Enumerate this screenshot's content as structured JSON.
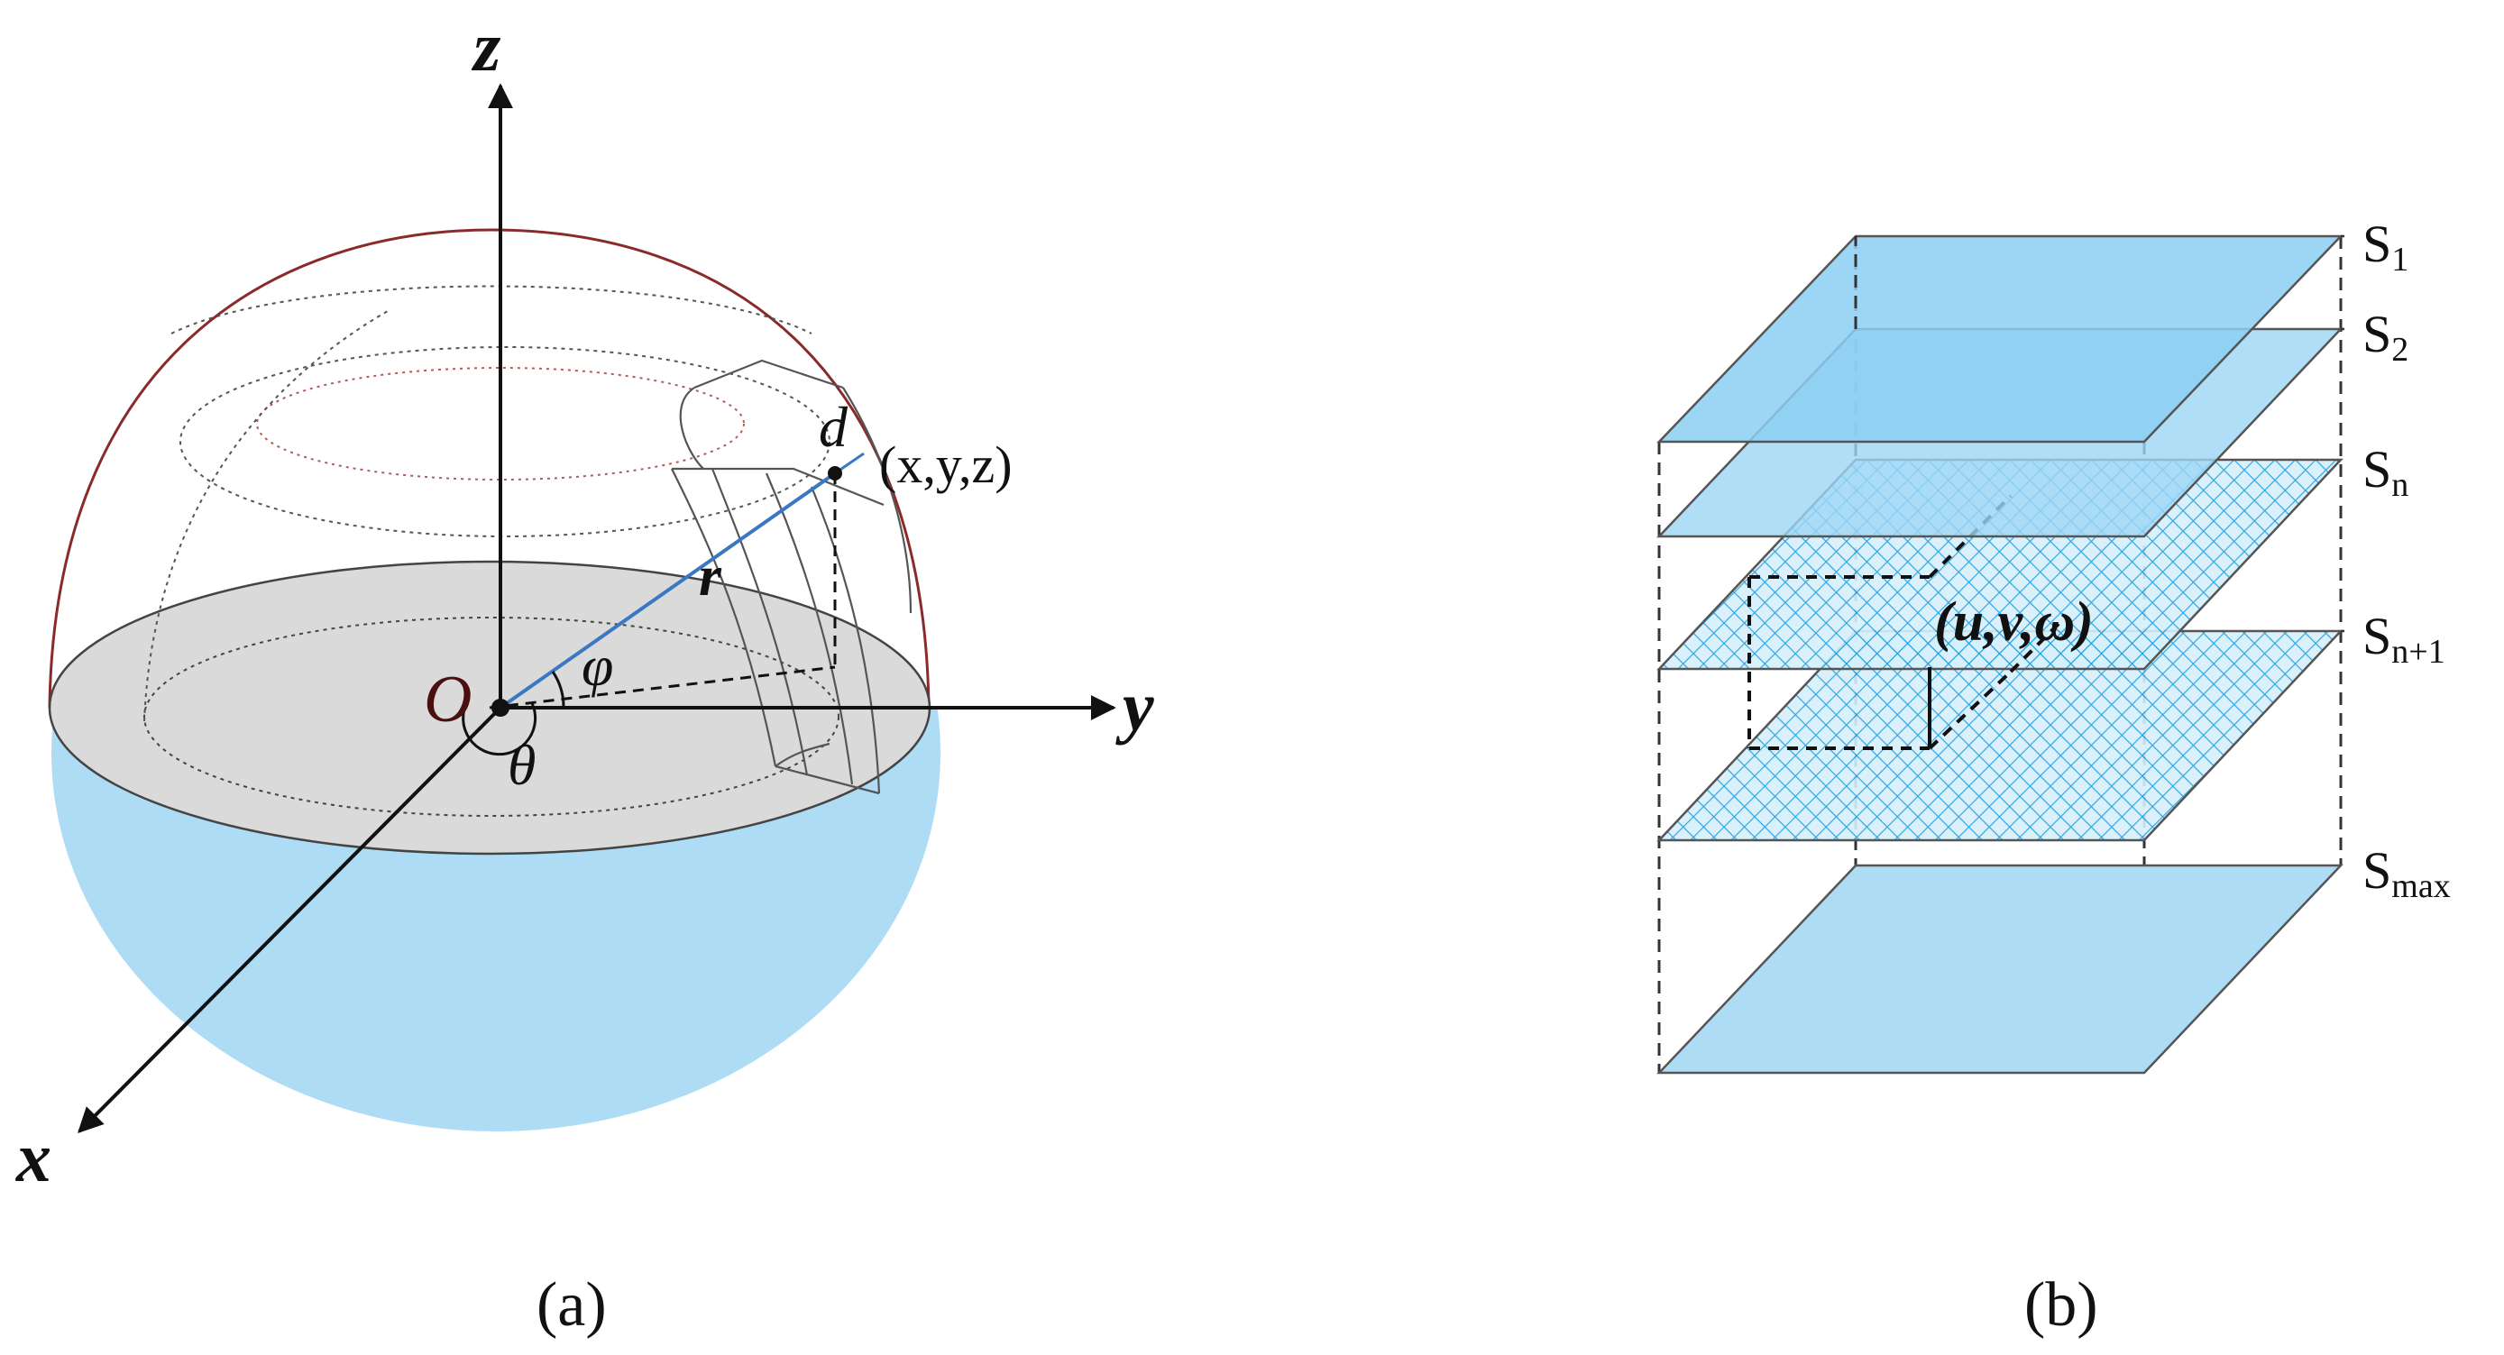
{
  "panel_a": {
    "axes": {
      "z": "z",
      "y": "y",
      "x": "x"
    },
    "origin": "O",
    "labels": {
      "r": "r",
      "phi": "φ",
      "theta": "θ",
      "d": "d",
      "point": "(x,y,z)"
    },
    "caption": "(a)"
  },
  "panel_b": {
    "layers": [
      {
        "main": "S",
        "sub": "1"
      },
      {
        "main": "S",
        "sub": "2"
      },
      {
        "main": "S",
        "sub": "n"
      },
      {
        "main": "S",
        "sub": "n+1"
      },
      {
        "main": "S",
        "sub": "max"
      }
    ],
    "point": "(u,v,ω)",
    "caption": "(b)"
  },
  "colors": {
    "ink": "#111111",
    "lower_hemisphere": "#aedcf5",
    "equator_disk": "#dadada",
    "sphere_outline": "#8b2a2a",
    "radius_line": "#3a78c2",
    "layer_fill": "#8ccff3",
    "grid_fill": "#1a9ee0"
  }
}
